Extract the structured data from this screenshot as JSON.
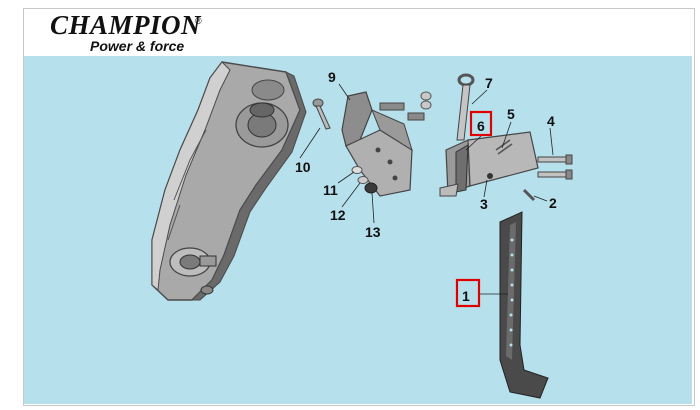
{
  "brand": {
    "name": "CHAMPION",
    "registered": "®",
    "tagline": "Power & force"
  },
  "colors": {
    "background": "#b7e0ed",
    "highlight": "#e00000",
    "part_dark": "#555555",
    "part_light": "#b5b5b5"
  },
  "callouts": [
    {
      "number": "1",
      "highlighted": true
    },
    {
      "number": "2",
      "highlighted": false
    },
    {
      "number": "3",
      "highlighted": false
    },
    {
      "number": "4",
      "highlighted": false
    },
    {
      "number": "5",
      "highlighted": false
    },
    {
      "number": "6",
      "highlighted": true
    },
    {
      "number": "7",
      "highlighted": false
    },
    {
      "number": "9",
      "highlighted": false
    },
    {
      "number": "10",
      "highlighted": false
    },
    {
      "number": "11",
      "highlighted": false
    },
    {
      "number": "12",
      "highlighted": false
    },
    {
      "number": "13",
      "highlighted": false
    }
  ]
}
